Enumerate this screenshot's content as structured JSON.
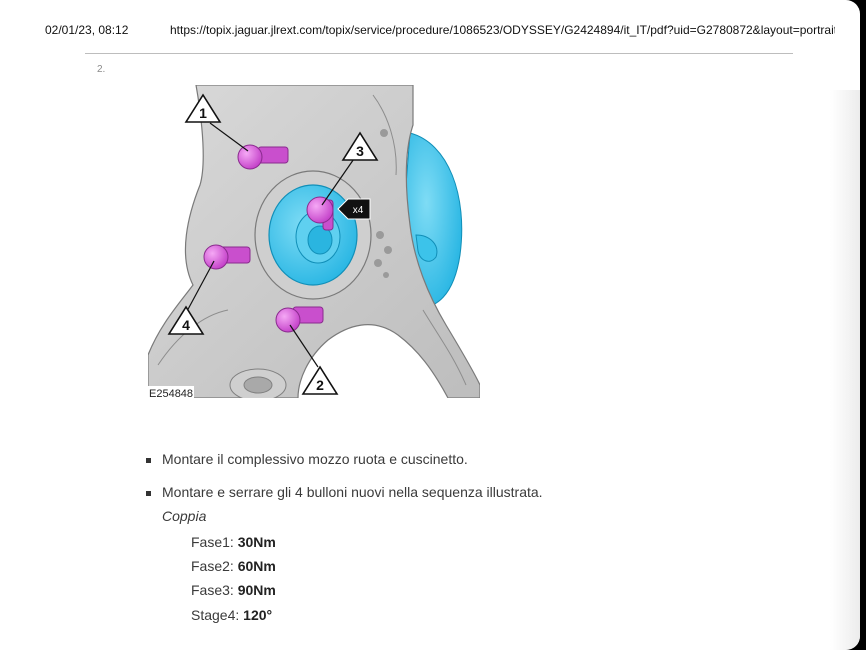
{
  "header": {
    "datetime": "02/01/23, 08:12",
    "url": "https://topix.jaguar.jlrext.com/topix/service/procedure/1086523/ODYSSEY/G2424894/it_IT/pdf?uid=G2780872&layout=portrait…"
  },
  "step_number": "2.",
  "figure": {
    "code": "E254848",
    "callouts": [
      "1",
      "2",
      "3",
      "4"
    ],
    "multiplier": "x4"
  },
  "instructions": [
    "Montare il complessivo mozzo ruota e cuscinetto.",
    "Montare e serrare gli 4 bulloni nuovi nella sequenza illustrata."
  ],
  "torque": {
    "title": "Coppia",
    "stages": [
      {
        "label": "Fase1: ",
        "value": "30Nm"
      },
      {
        "label": "Fase2: ",
        "value": "60Nm"
      },
      {
        "label": "Fase3: ",
        "value": "90Nm"
      },
      {
        "label": "Stage4: ",
        "value": "120°"
      }
    ]
  }
}
